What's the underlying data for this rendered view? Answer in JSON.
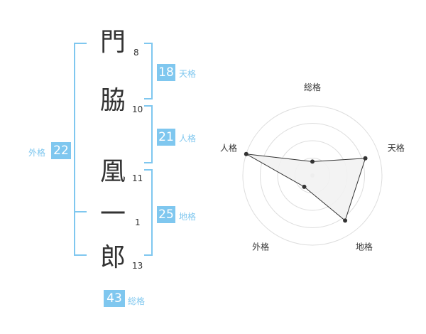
{
  "name_chars": [
    {
      "char": "門",
      "strokes": "8"
    },
    {
      "char": "脇",
      "strokes": "10"
    },
    {
      "char": "凰",
      "strokes": "11"
    },
    {
      "char": "一",
      "strokes": "1"
    },
    {
      "char": "郎",
      "strokes": "13"
    }
  ],
  "kakusu": {
    "tenkaku": {
      "value": "18",
      "label": "天格"
    },
    "jinkaku": {
      "value": "21",
      "label": "人格"
    },
    "chikaku": {
      "value": "25",
      "label": "地格"
    },
    "gaikaku": {
      "value": "22",
      "label": "外格"
    },
    "soukaku": {
      "value": "43",
      "label": "総格"
    }
  },
  "chart_data": {
    "type": "radar",
    "axes": [
      "総格",
      "天格",
      "地格",
      "外格",
      "人格"
    ],
    "values": [
      1,
      4,
      4,
      1,
      5
    ],
    "rmax": 5,
    "rings": 4,
    "colors": {
      "bracket": "#7fc7ef",
      "ring": "#dddddd",
      "fill": "#f2f2f2",
      "stroke": "#333333"
    }
  }
}
